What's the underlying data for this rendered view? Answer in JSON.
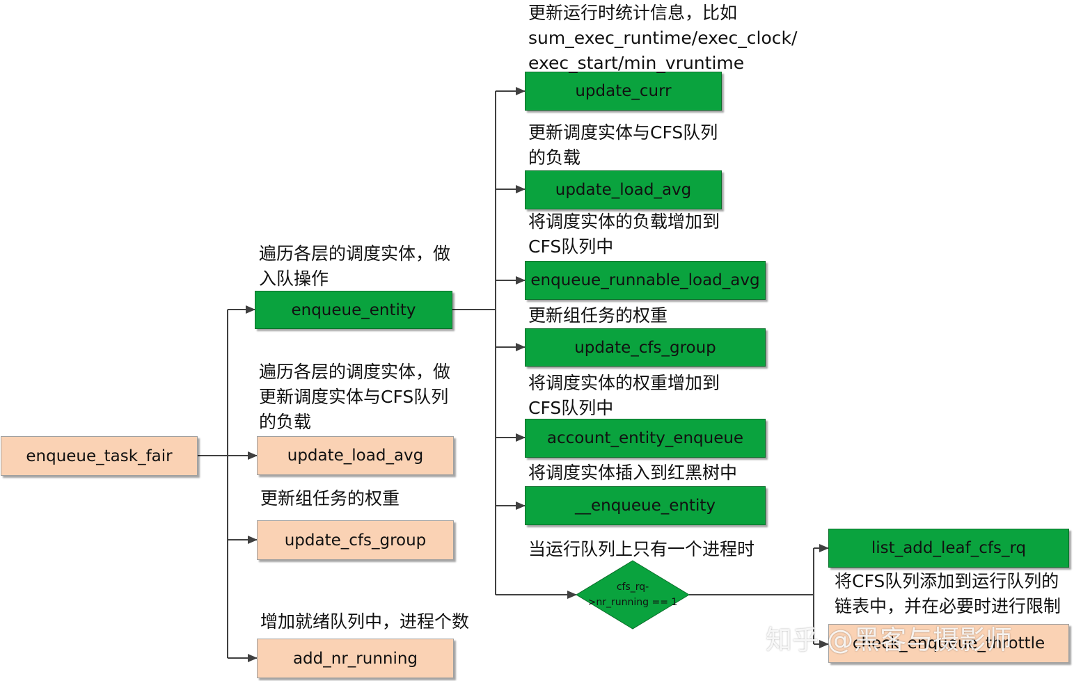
{
  "nodes": {
    "root": "enqueue_task_fair",
    "enqueue_entity": "enqueue_entity",
    "update_load_avg_left": "update_load_avg",
    "update_cfs_group_left": "update_cfs_group",
    "add_nr_running": "add_nr_running",
    "update_curr": "update_curr",
    "update_load_avg_right": "update_load_avg",
    "enqueue_runnable_load_avg": "enqueue_runnable_load_avg",
    "update_cfs_group_right": "update_cfs_group",
    "account_entity_enqueue": "account_entity_enqueue",
    "__enqueue_entity": "__enqueue_entity",
    "list_add_leaf_cfs_rq": "list_add_leaf_cfs_rq",
    "check_enqueue_throttle": "check_enqueue_throttle"
  },
  "decision": {
    "line1": "cfs_rq-",
    "line2": ">nr_running == 1"
  },
  "notes": {
    "enqueue_entity": [
      "遍历各层的调度实体，做",
      "入队操作"
    ],
    "update_load_avg_left": [
      "遍历各层的调度实体，做",
      "更新调度实体与CFS队列",
      "的负载"
    ],
    "update_cfs_group_left": [
      "更新组任务的权重"
    ],
    "add_nr_running": [
      "增加就绪队列中，进程个数"
    ],
    "update_curr": [
      "更新运行时统计信息，比如",
      "sum_exec_runtime/exec_clock/",
      "exec_start/min_vruntime"
    ],
    "update_load_avg_right": [
      "更新调度实体与CFS队列",
      "的负载"
    ],
    "enqueue_runnable_load_avg": [
      "将调度实体的负载增加到",
      "CFS队列中"
    ],
    "update_cfs_group_right": [
      "更新组任务的权重"
    ],
    "account_entity_enqueue": [
      "将调度实体的权重增加到",
      "CFS队列中"
    ],
    "__enqueue_entity": [
      "将调度实体插入到红黑树中"
    ],
    "decision": [
      "当运行队列上只有一个进程时"
    ],
    "list_add_leaf_cfs_rq": [
      "将CFS队列添加到运行队列的",
      "链表中，并在必要时进行限制"
    ]
  },
  "watermark": "知乎 @黑客与摄影师",
  "colors": {
    "green_box": "#0aa33e",
    "orange_box": "#fad2b4",
    "connector": "#404040"
  }
}
